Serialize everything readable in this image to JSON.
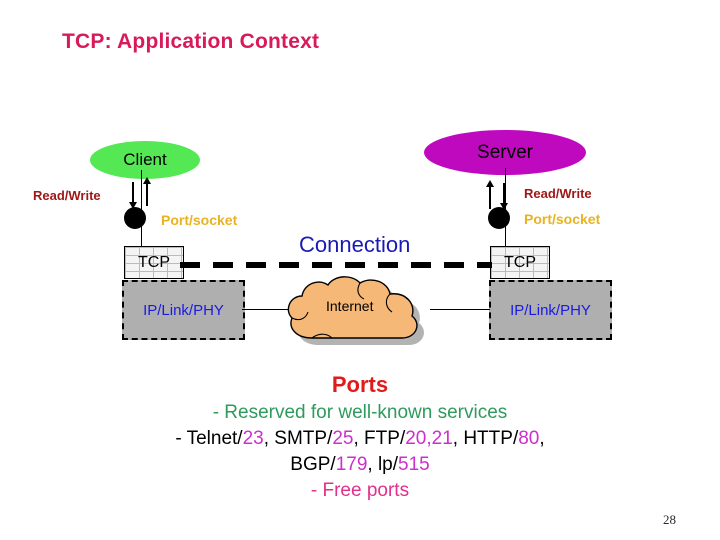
{
  "slide": {
    "title": "TCP: Application Context",
    "page_number": "28"
  },
  "diagram": {
    "client": {
      "node_label": "Client",
      "node_color": "#55E855",
      "read_write_label": "Read/Write",
      "port_socket_label": "Port/socket",
      "tcp_label": "TCP",
      "iplink_label": "IP/Link/PHY"
    },
    "server": {
      "node_label": "Server",
      "node_color": "#BF09BF",
      "read_write_label": "Read/Write",
      "port_socket_label": "Port/socket",
      "tcp_label": "TCP",
      "iplink_label": "IP/Link/PHY"
    },
    "connection_label": "Connection",
    "connection_color": "#1A1AB4",
    "cloud_label": "Internet",
    "cloud_color": "#F5B877",
    "read_write_color": "#A01818",
    "port_socket_color": "#E8B323",
    "iplink_text_color": "#1A1AE6"
  },
  "ports": {
    "heading": "Ports",
    "heading_color": "#E01B1B",
    "reserved_line": "- Reserved for well-known services",
    "reserved_color": "#2E9B5C",
    "services_line": {
      "prefix": "- Telnet/",
      "telnet_port": "23",
      "smtp_label": ", SMTP/",
      "smtp_port": "25",
      "ftp_label": ", FTP/",
      "ftp_port": "20,21",
      "http_label": ", HTTP/",
      "http_port": "80",
      "suffix": ","
    },
    "services_line2": {
      "bgp_label": "BGP/",
      "bgp_port": "179",
      "lp_label": ",  lp/",
      "lp_port": "515"
    },
    "free_line": "- Free ports",
    "free_color": "#E0308C",
    "port_number_color": "#CC2FCC"
  }
}
